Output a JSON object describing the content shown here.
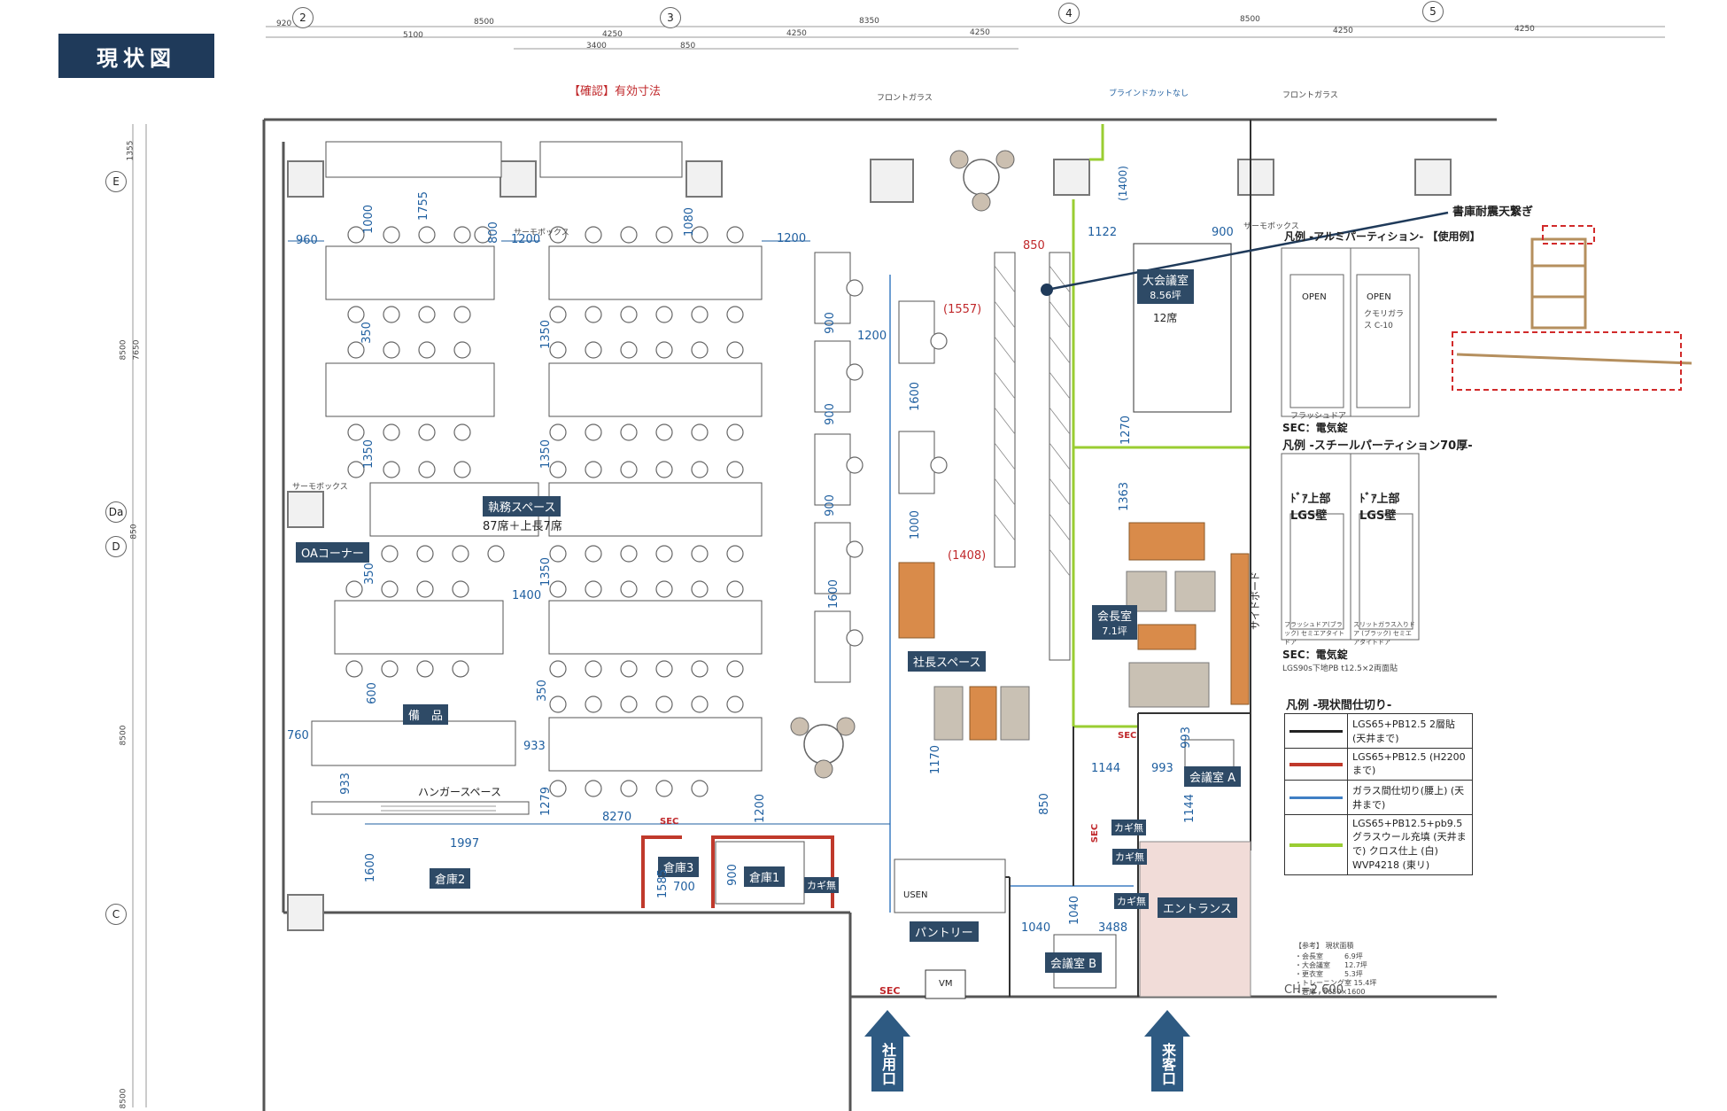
{
  "title": "現状図",
  "grid_markers": {
    "columns": [
      "2",
      "3",
      "4",
      "5"
    ],
    "rows": [
      "E",
      "Da",
      "D",
      "C"
    ]
  },
  "top_dims": [
    "920",
    "8500",
    "8350",
    "8500",
    "4250",
    "5100",
    "4250",
    "4250",
    "4250",
    "4250",
    "3400",
    "850"
  ],
  "left_dims": [
    "1355",
    "7650",
    "8500",
    "850",
    "8500",
    "8500"
  ],
  "confirm_label": "【確認】有効寸法",
  "front_glass_left": "フロントガラス",
  "front_glass_right": "フロントガラス",
  "blind_cut": "ブラインドカットなし",
  "thermo_box": "サーモボックス",
  "bookshelf_callout": "書庫耐震天繋ぎ",
  "rooms": {
    "work_space": "執務スペース",
    "work_seats": "87席＋上長7席",
    "oa_corner": "OAコーナー",
    "supplies": "備　品",
    "hanger_space": "ハンガースペース",
    "storage2": "倉庫2",
    "storage3": "倉庫3",
    "storage1": "倉庫1",
    "president_space": "社長スペース",
    "large_meeting": "大会議室",
    "large_meeting_area": "8.56坪",
    "large_meeting_seats": "12席",
    "chairman_room": "会長室",
    "chairman_area": "7.1坪",
    "meeting_a": "会議室 A",
    "meeting_b": "会議室 B",
    "entrance": "エントランス",
    "pantry": "パントリー",
    "staff_entrance": "社用口",
    "guest_entrance": "来客口",
    "sideboard": "サイドボード",
    "usen": "USEN",
    "vm": "VM"
  },
  "dims_blue": [
    "960",
    "1200",
    "1200",
    "1200",
    "1755",
    "800",
    "1080",
    "350",
    "1350",
    "1350",
    "1350",
    "1350",
    "350",
    "350",
    "1000",
    "1400",
    "600",
    "760",
    "933",
    "933",
    "1279",
    "1200",
    "8270",
    "1997",
    "1600",
    "1585",
    "700",
    "900",
    "900",
    "900",
    "900",
    "1600",
    "1600",
    "1000",
    "1170",
    "1122",
    "900",
    "1270",
    "1363",
    "1144",
    "993",
    "993",
    "1144",
    "1040",
    "1040",
    "3488",
    "850"
  ],
  "dims_red": [
    "850",
    "(1557)",
    "(1408)",
    "(1400)"
  ],
  "sec_label": "SEC",
  "key_none": "カギ無",
  "legend_alu": {
    "title": "凡例 -アルミパーティション- 【使用例】",
    "a_label": "OPEN",
    "b_label": "OPEN",
    "b_sub": "クモリガラス C-10",
    "flush": "フラッシュドア",
    "sec_note": "SEC：電気錠"
  },
  "legend_steel": {
    "title": "凡例 -スチールパーティション70厚-",
    "b_label": "ﾄﾞｱ上部 LGS壁",
    "c_label": "ﾄﾞｱ上部 LGS壁",
    "b_sub": "フラッシュドア(ブラック) セミエアタイトドア",
    "c_sub": "スリットガラス入りドア (ブラック) セミエアタイトドア",
    "sec_note": "SEC：電気錠",
    "lgs_note": "LGS90s下地PB t12.5×2両面貼"
  },
  "legend_walls": {
    "title": "凡例 -現状間仕切り-",
    "rows": [
      {
        "color": "#222222",
        "text": "LGS65+PB12.5 2層貼 (天井まで)"
      },
      {
        "color": "#c0392b",
        "text": "LGS65+PB12.5 (H2200まで)"
      },
      {
        "color": "#3f7fc4",
        "text": "ガラス間仕切り(腰上) (天井まで)"
      },
      {
        "color": "#9acd32",
        "text": "LGS65+PB12.5+pb9.5 グラスウール充填 (天井まで) クロス仕上 (白) WVP4218 (東リ)"
      }
    ]
  },
  "area_note": {
    "title": "【参考】 現状面積",
    "lines": [
      "・会長室　　　6.9坪",
      "・大会議室　　12.7坪",
      "・更衣室　　　5.3坪",
      "・トレーニング室 15.4坪",
      "・倉庫　6650×1600"
    ]
  },
  "ch_note": "CH=2,600",
  "colors": {
    "title_bg": "#1f3a5a",
    "label_bg": "#2e4a66",
    "blue_dim": "#1f5fa0",
    "red_wall": "#c0392b",
    "green_wall": "#9acd32",
    "entrance_floor": "#f1dcd8",
    "wood": "#d98b4a"
  }
}
